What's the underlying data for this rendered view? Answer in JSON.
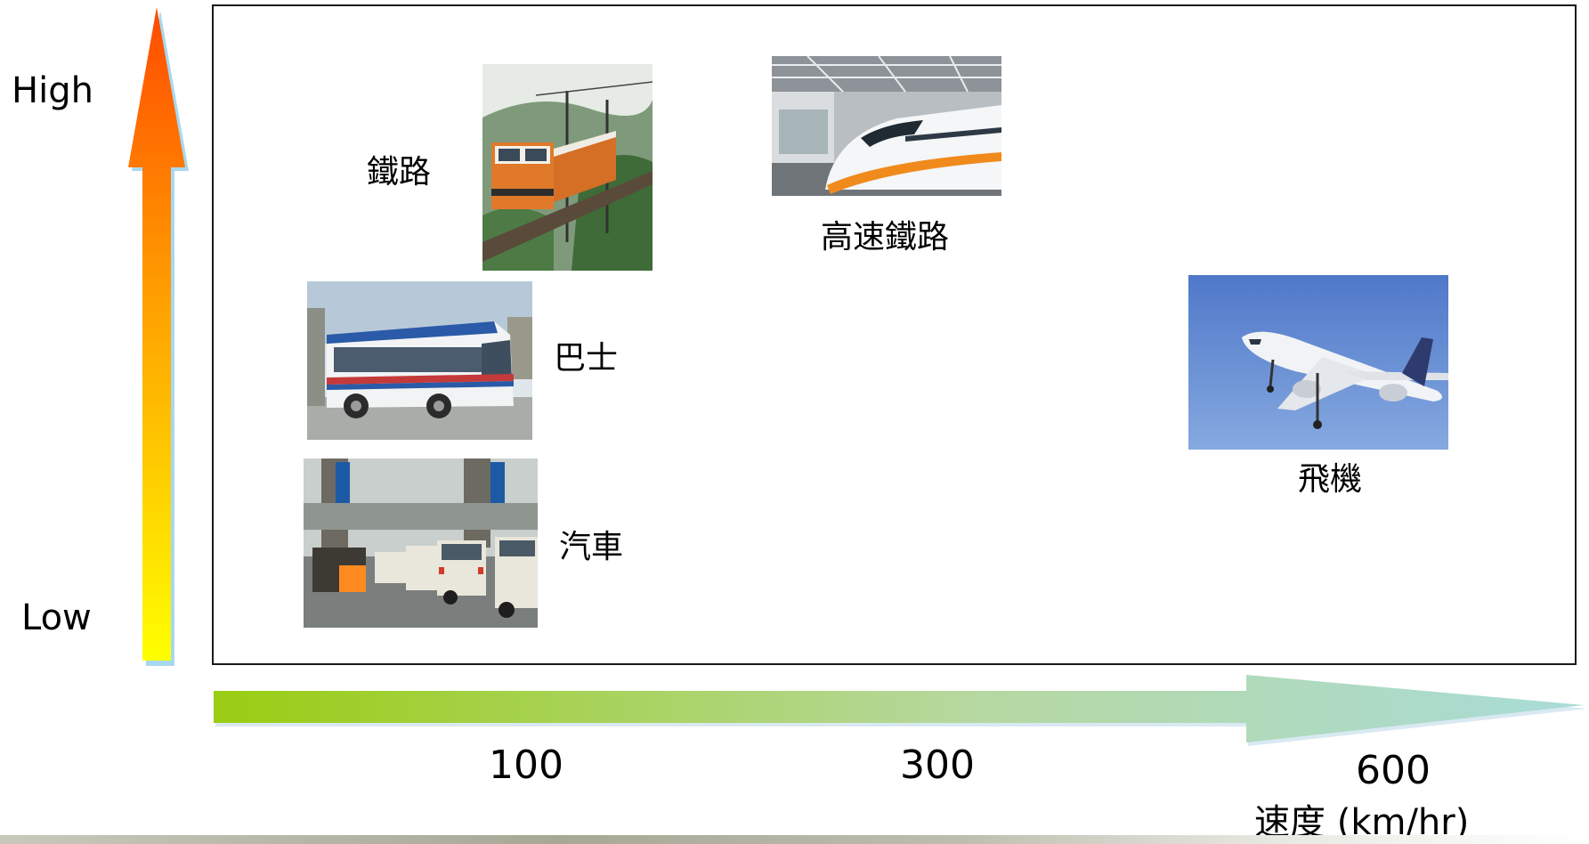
{
  "y_axis": {
    "high_label": "High",
    "low_label": "Low"
  },
  "x_axis": {
    "ticks": [
      "100",
      "300",
      "600"
    ],
    "unit_label": "速度 (km/hr)"
  },
  "colors": {
    "y_arrow_top": "#ff4a00",
    "y_arrow_bottom": "#ffff00",
    "x_arrow_start": "#9acd12",
    "x_arrow_end": "#a9dcd8"
  },
  "vehicles": [
    {
      "label": "鐵路",
      "photo": "freight-train-photo"
    },
    {
      "label": "高速鐵路",
      "photo": "high-speed-rail-photo"
    },
    {
      "label": "巴士",
      "photo": "bus-photo"
    },
    {
      "label": "汽車",
      "photo": "car-traffic-photo"
    },
    {
      "label": "飛機",
      "photo": "airplane-photo"
    }
  ]
}
